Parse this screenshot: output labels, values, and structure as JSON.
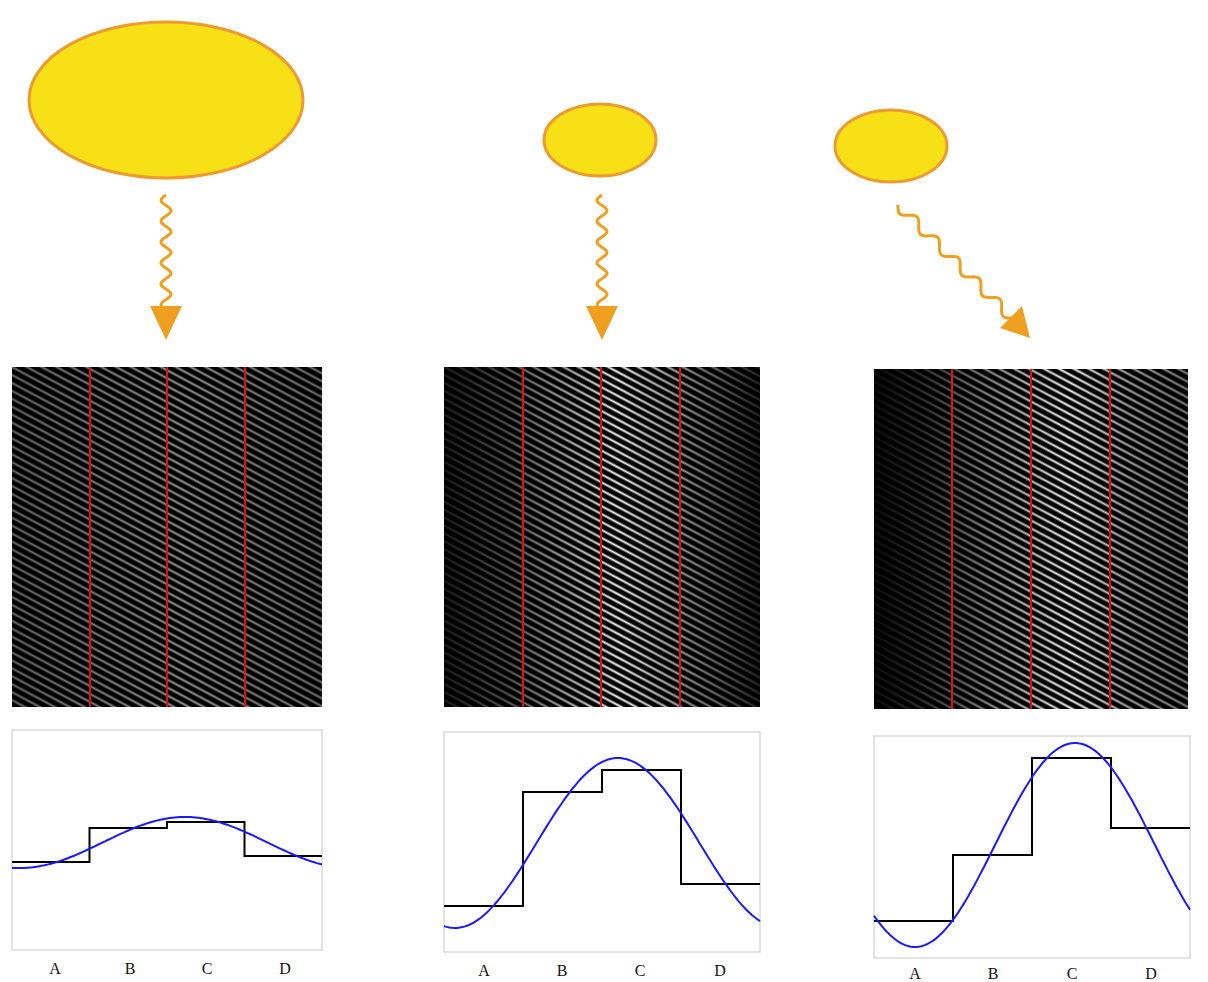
{
  "diagram": {
    "labels": [
      "A",
      "B",
      "C",
      "D",
      "A",
      "B",
      "C",
      "D",
      "A",
      "B",
      "C",
      "D"
    ]
  }
}
